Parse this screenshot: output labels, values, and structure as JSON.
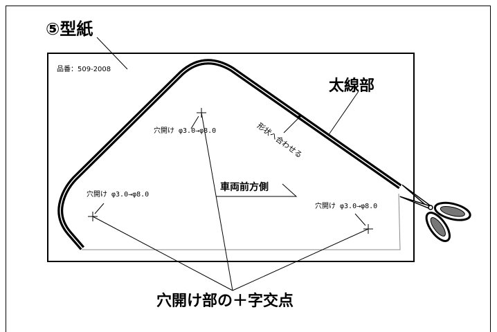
{
  "diagram": {
    "title": "⑤型紙",
    "part_number": "品番：509-2008",
    "thick_line_label": "太線部",
    "fit_shape_label": "形状へ合わせる",
    "front_direction_label": "車両前方側",
    "hole_labels": {
      "center": "穴開け φ3.0→φ8.0",
      "left": "穴開け φ3.0→φ8.0",
      "right": "穴開け φ3.0→φ8.0"
    },
    "hole_intersection_label": "穴開け部の＋字交点",
    "colors": {
      "line": "#000000",
      "thin_line": "#888888",
      "background": "#ffffff"
    },
    "icons": [
      "scissors-icon",
      "crosshair-icon"
    ]
  }
}
